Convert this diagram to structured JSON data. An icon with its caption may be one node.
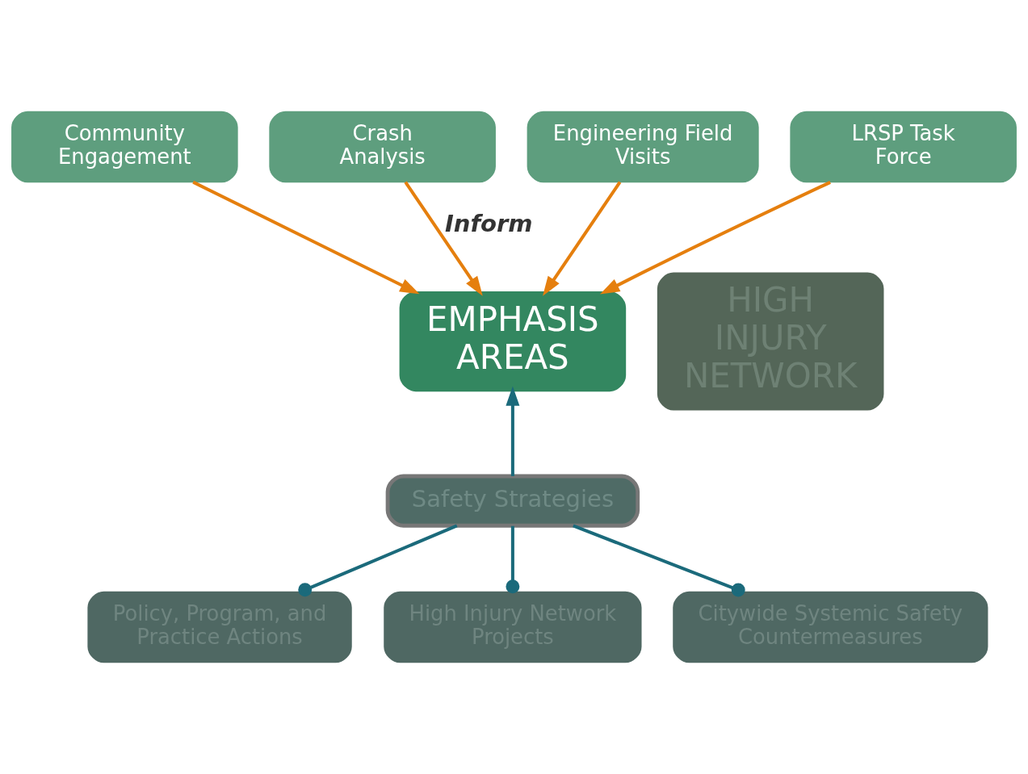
{
  "diagram": {
    "nodes": [
      {
        "text": [
          "Community Engagement"
        ]
      },
      {
        "text": [
          "Crash Analysis"
        ]
      },
      {
        "text": [
          "Engineering Field Visits"
        ]
      },
      {
        "text": [
          "LRSP Task Force"
        ]
      },
      {
        "text": [
          "EMPHASIS AREAS"
        ]
      },
      {
        "text": [
          "HIGH INJURY NETWORK"
        ]
      },
      {
        "text": [
          "Safety Strategies"
        ]
      },
      {
        "text": [
          "Policy, Program, and Practice Actions"
        ]
      },
      {
        "text": [
          "High Injury Network Projects"
        ]
      },
      {
        "text": [
          "Citywide Systemic Safety Countermeasures"
        ]
      }
    ],
    "edges": [
      {
        "from": 0,
        "to": 4,
        "arrow": "to",
        "color": "#e57f0e"
      },
      {
        "from": 1,
        "to": 4,
        "arrow": "to",
        "color": "#e57f0e",
        "label": "Inform"
      },
      {
        "from": 2,
        "to": 4,
        "arrow": "to",
        "color": "#e57f0e"
      },
      {
        "from": 3,
        "to": 4,
        "arrow": "to",
        "color": "#e57f0e"
      },
      {
        "from": 6,
        "to": 4,
        "arrow": "to",
        "color": "#1b6a7b"
      },
      {
        "from": 6,
        "to": 7,
        "arrow": "other",
        "color": "#1b6a7b"
      },
      {
        "from": 6,
        "to": 8,
        "arrow": "other",
        "color": "#1b6a7b"
      },
      {
        "from": 6,
        "to": 9,
        "arrow": "other",
        "color": "#1b6a7b"
      }
    ]
  }
}
